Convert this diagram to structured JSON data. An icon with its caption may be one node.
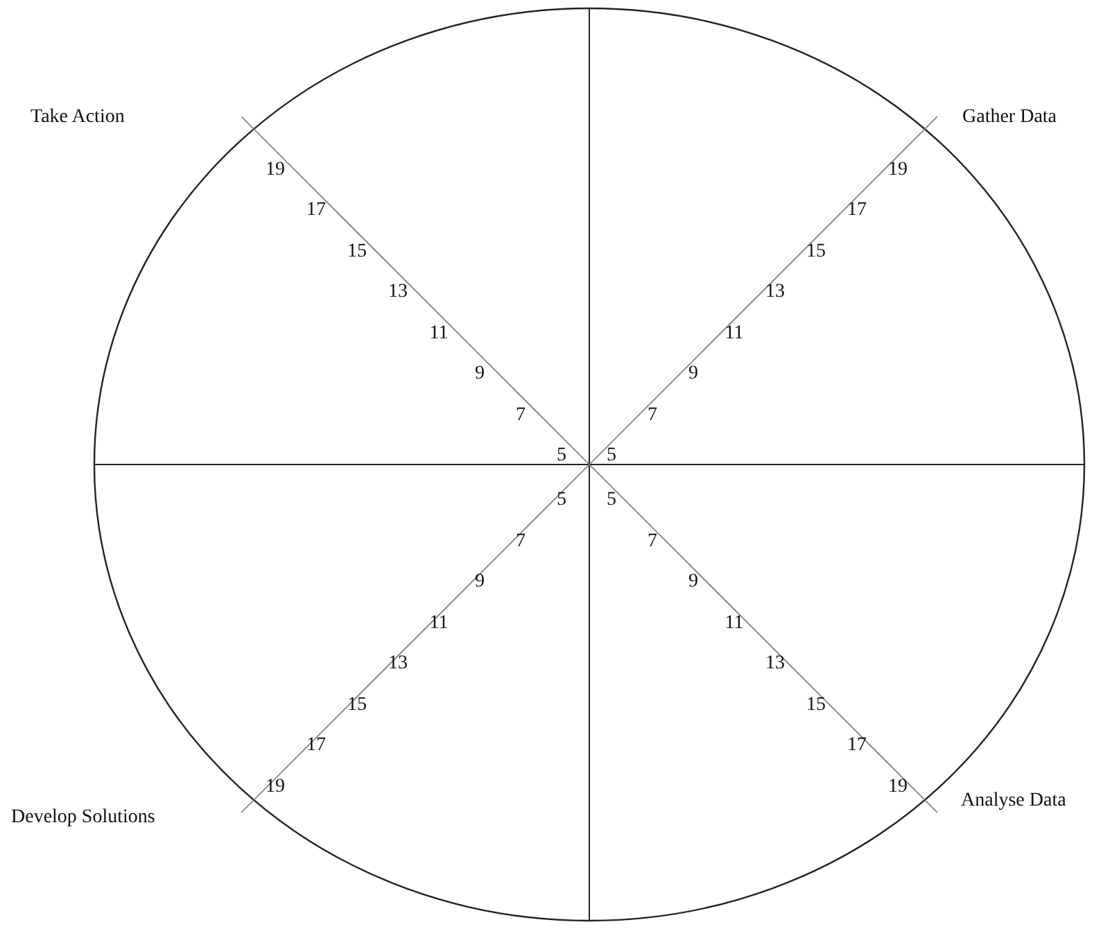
{
  "diagram": {
    "labels": [
      "Take Action",
      "Gather Data",
      "19",
      "17",
      "15",
      "13",
      "11",
      "9",
      "7",
      "5",
      "19",
      "17",
      "15",
      "13",
      "11",
      "9",
      "7",
      "5",
      "5",
      "7",
      "9",
      "11",
      "13",
      "15",
      "17",
      "19",
      "5",
      "7",
      "9",
      "11",
      "13",
      "15",
      "17",
      "19",
      "Develop Solutions",
      "Analyse Data"
    ]
  }
}
